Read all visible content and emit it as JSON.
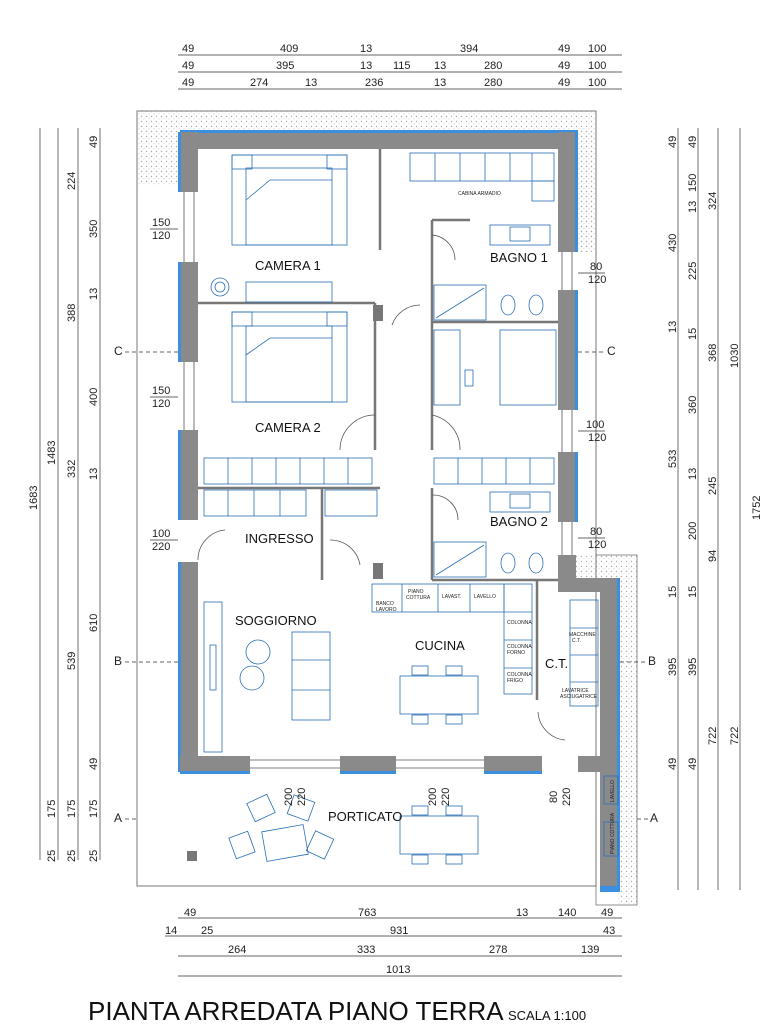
{
  "title": {
    "main": "PIANTA ARREDATA PIANO TERRA",
    "scale": "SCALA 1:100"
  },
  "rooms": {
    "camera1": "CAMERA 1",
    "camera2": "CAMERA 2",
    "bagno1": "BAGNO 1",
    "bagno2": "BAGNO 2",
    "ingresso": "INGRESSO",
    "soggiorno": "SOGGIORNO",
    "cucina": "CUCINA",
    "ct": "C.T.",
    "porticato": "PORTICATO"
  },
  "furniture_labels": {
    "cabina_armadio": "CABINA ARMADIO",
    "banco_1": "BANCO",
    "banco_2": "LAVORO",
    "piano_1": "PIANO",
    "piano_2": "COTTURA",
    "lavast": "LAVAST.",
    "lavello": "LAVELLO",
    "colonna": "COLONNA",
    "col_forno_1": "COLONNA",
    "col_forno_2": "FORNO",
    "col_frigo_1": "COLONNA",
    "col_frigo_2": "FRIGO",
    "macchine_1": "MACCHINE",
    "macchine_2": "C.T.",
    "lavatrice_1": "LAVATRICE",
    "lavatrice_2": "ASCIUGATRICE",
    "lavello_portico": "LAVELLO",
    "piano_cottura_portico": "PIANO COTTURA"
  },
  "section_marks": {
    "a": "A",
    "b": "B",
    "c": "C"
  },
  "dims_top": {
    "row1": [
      "49",
      "409",
      "13",
      "394",
      "49",
      "100"
    ],
    "row2": [
      "49",
      "395",
      "13",
      "115",
      "13",
      "280",
      "49",
      "100"
    ],
    "row3": [
      "49",
      "274",
      "13",
      "236",
      "13",
      "280",
      "49",
      "100"
    ]
  },
  "dims_bottom": {
    "row1": [
      "49",
      "763",
      "13",
      "140",
      "49"
    ],
    "row2": [
      "14",
      "25",
      "931",
      "43"
    ],
    "row3": [
      "264",
      "333",
      "278",
      "139"
    ],
    "row4": [
      "1013"
    ]
  },
  "dims_left": {
    "outer": [
      "1683"
    ],
    "col2": [
      "1483",
      "175",
      "25"
    ],
    "col3": [
      "224",
      "388",
      "332",
      "539",
      "175",
      "25"
    ],
    "col4": [
      "49",
      "350",
      "13",
      "400",
      "13",
      "610",
      "49",
      "175",
      "25"
    ]
  },
  "dims_right": {
    "col1": [
      "49",
      "430",
      "13",
      "533",
      "15",
      "395",
      "722",
      "49"
    ],
    "col2": [
      "49",
      "150",
      "13",
      "225",
      "15",
      "360",
      "13",
      "200",
      "15",
      "395",
      "722",
      "49"
    ],
    "col3": [
      "324",
      "368",
      "245",
      "94"
    ],
    "col4": [
      "1030",
      "1752"
    ]
  },
  "openings": {
    "w_cam1_a": "150",
    "w_cam1_b": "120",
    "w_cam2_a": "150",
    "w_cam2_b": "120",
    "door_ing_a": "100",
    "door_ing_b": "220",
    "w_bagno1_a": "80",
    "w_bagno1_b": "120",
    "w_right_a": "100",
    "w_right_b": "120",
    "w_bagno2_a": "80",
    "w_bagno2_b": "120",
    "door_port1_a": "200",
    "door_port1_b": "220",
    "door_port2_a": "200",
    "door_port2_b": "220",
    "door_ct_a": "80",
    "door_ct_b": "220"
  },
  "colors": {
    "wall": "#8a8a8a",
    "insulation": "#3a8fe0",
    "furniture": "#2a6fb5",
    "hatch": "#bbbbbb"
  }
}
